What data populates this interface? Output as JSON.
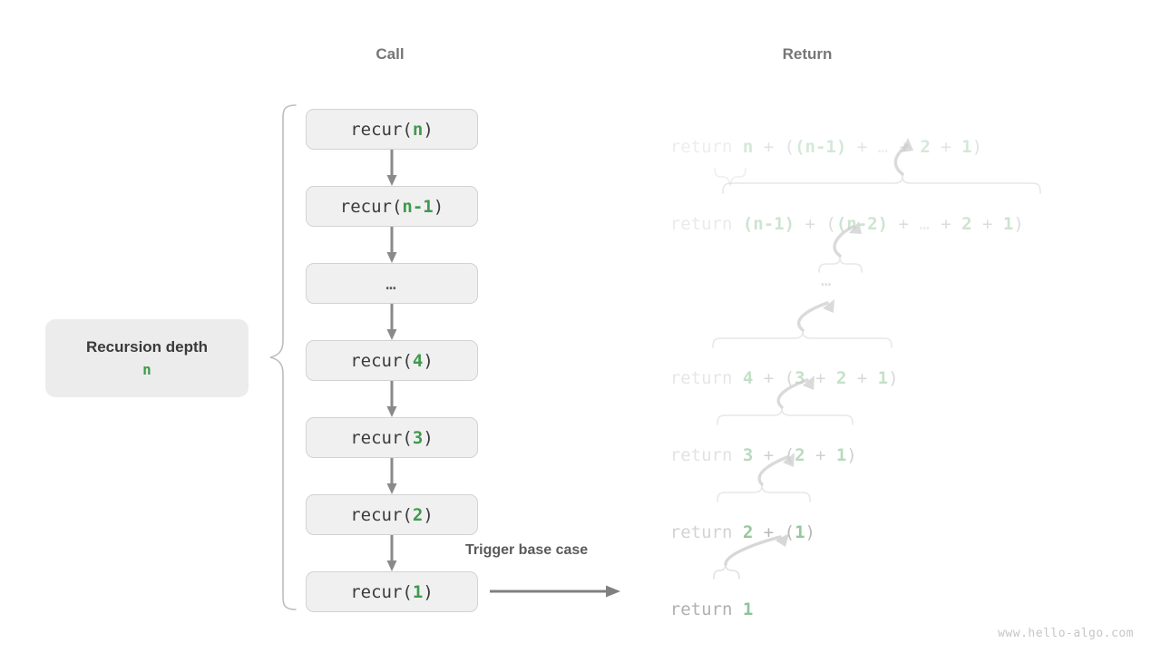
{
  "headers": {
    "call": "Call",
    "return": "Return"
  },
  "depth_label": {
    "title": "Recursion depth",
    "value": "n"
  },
  "call_stack": [
    {
      "name": "recur(n)",
      "prefix": "recur(",
      "arg": "n",
      "suffix": ")",
      "is_ellipsis": false
    },
    {
      "name": "recur(n-1)",
      "prefix": "recur(",
      "arg": "n-1",
      "suffix": ")",
      "is_ellipsis": false
    },
    {
      "name": "ellipsis",
      "prefix": "",
      "arg": "…",
      "suffix": "",
      "is_ellipsis": true
    },
    {
      "name": "recur(4)",
      "prefix": "recur(",
      "arg": "4",
      "suffix": ")",
      "is_ellipsis": false
    },
    {
      "name": "recur(3)",
      "prefix": "recur(",
      "arg": "3",
      "suffix": ")",
      "is_ellipsis": false
    },
    {
      "name": "recur(2)",
      "prefix": "recur(",
      "arg": "2",
      "suffix": ")",
      "is_ellipsis": false
    },
    {
      "name": "recur(1)",
      "prefix": "recur(",
      "arg": "1",
      "suffix": ")",
      "is_ellipsis": false
    }
  ],
  "returns": [
    {
      "keyword": "return ",
      "expression": "n + ((n-1) + … + 2 + 1)",
      "full": "return n + ((n-1) + … + 2 + 1)"
    },
    {
      "keyword": "return ",
      "expression": "(n-1) + ((n-2) + … + 2 + 1)",
      "full": "return (n-1) + ((n-2) + … + 2 + 1)"
    },
    {
      "keyword": "",
      "expression": "…",
      "full": "…"
    },
    {
      "keyword": "return ",
      "expression": "4 + (3 + 2 + 1)",
      "full": "return 4 + (3 + 2 + 1)"
    },
    {
      "keyword": "return ",
      "expression": "3 + (2 + 1)",
      "full": "return 3 + (2 + 1)"
    },
    {
      "keyword": "return ",
      "expression": "2 + (1)",
      "full": "return 2 + (1)"
    },
    {
      "keyword": "return ",
      "expression": "1",
      "full": "return 1"
    }
  ],
  "trigger": {
    "label": "Trigger base case"
  },
  "watermark": "www.hello-algo.com",
  "colors": {
    "accent_green": "#3f9a4d",
    "faded_green": "#9fc5a6",
    "box_fill": "#f0f0f0",
    "box_border": "#d2d2d2",
    "label_fill": "#ececec",
    "arrow_gray": "#808080",
    "text_gray": "#767676",
    "muted_gray": "#b0b0b0"
  }
}
